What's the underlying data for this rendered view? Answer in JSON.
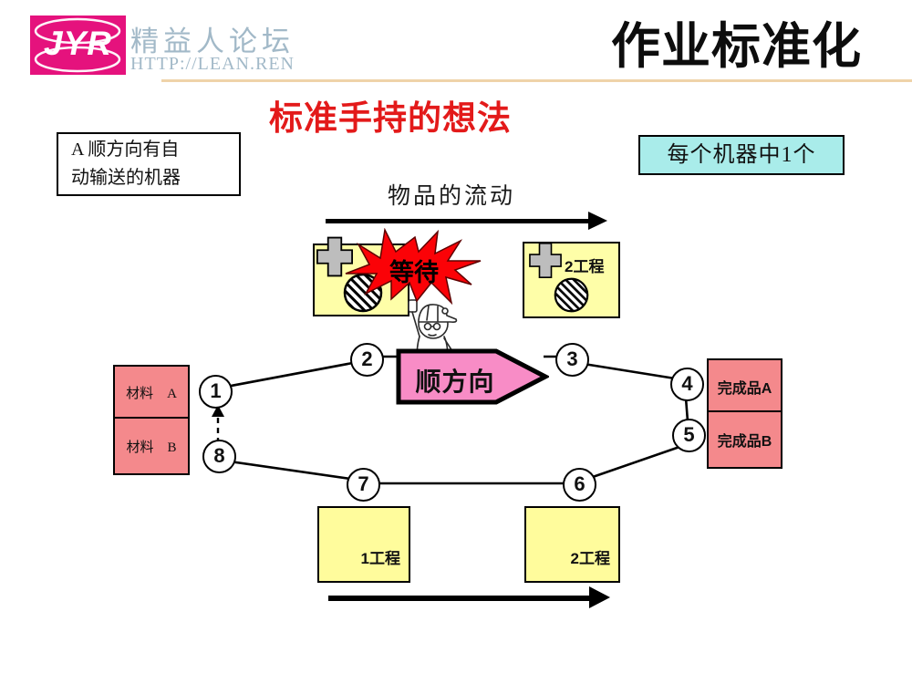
{
  "header": {
    "logo_text": "JYR",
    "brand_name": "精益人论坛",
    "brand_url": "HTTP://LEAN.REN",
    "slide_heading": "作业标准化"
  },
  "diagram": {
    "title": "标准手持的想法",
    "machine_note_line1": "A 顺方向有自",
    "machine_note_line2": "动输送的机器",
    "per_machine_note": "每个机器中1个",
    "flow_label": "物品的流动",
    "wait_label": "等待",
    "machine2_label": "2工程",
    "direction_label": "顺方向",
    "stations": [
      "1",
      "2",
      "3",
      "4",
      "5",
      "6",
      "7",
      "8"
    ],
    "material_a": "材料　A",
    "material_b": "材料　B",
    "product_a": "完成品A",
    "product_b": "完成品B",
    "process1_label": "1工程",
    "process2_label": "2工程"
  },
  "colors": {
    "logo_magenta": "#E5127D",
    "brand_blue_gray": "#A2B9C8",
    "header_rule_tan": "#EFD3A9",
    "title_red": "#E31A1A",
    "note_cyan": "#A9ECEA",
    "machine_yellow": "#FEFEA8",
    "process_yellow": "#FFFC9C",
    "store_salmon": "#F4898C",
    "direction_pink": "#F88CC6",
    "burst_red": "#FB0207",
    "machine_plus_gray": "#BDBDBD"
  }
}
